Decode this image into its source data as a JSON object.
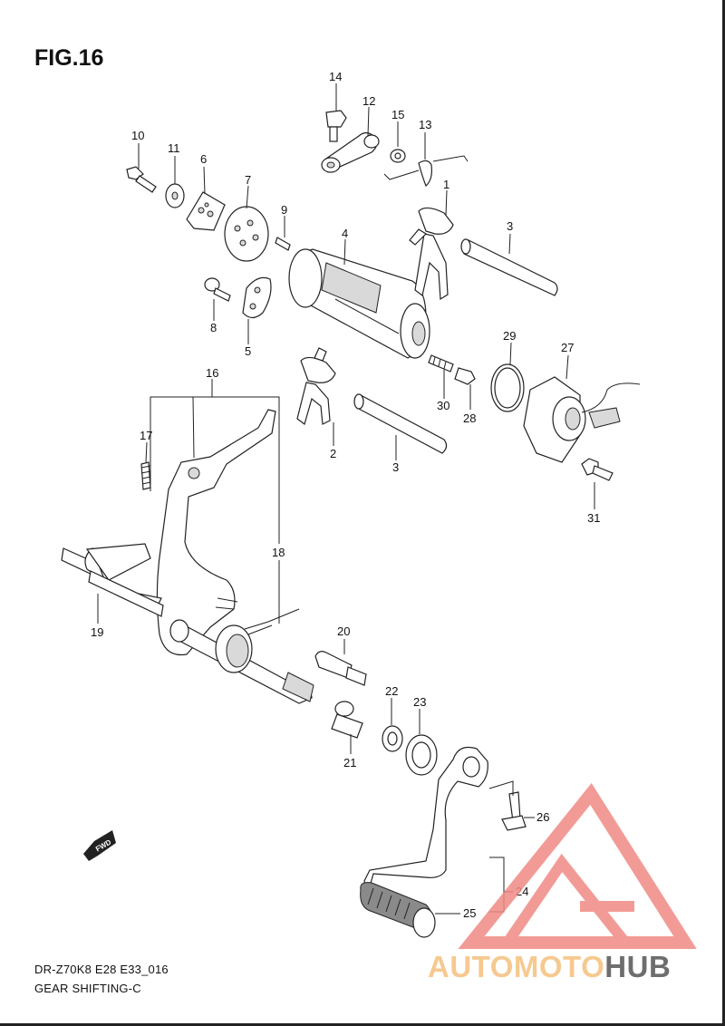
{
  "figure": {
    "title": "FIG.16",
    "model_code": "DR-Z70K8 E28 E33_016",
    "model_name": "GEAR SHIFTING-C",
    "fwd_label": "FWD"
  },
  "callouts": [
    {
      "id": "c1",
      "label": "1"
    },
    {
      "id": "c2",
      "label": "2"
    },
    {
      "id": "c3a",
      "label": "3"
    },
    {
      "id": "c3b",
      "label": "3"
    },
    {
      "id": "c4",
      "label": "4"
    },
    {
      "id": "c5",
      "label": "5"
    },
    {
      "id": "c6",
      "label": "6"
    },
    {
      "id": "c7",
      "label": "7"
    },
    {
      "id": "c8",
      "label": "8"
    },
    {
      "id": "c9",
      "label": "9"
    },
    {
      "id": "c10",
      "label": "10"
    },
    {
      "id": "c11",
      "label": "11"
    },
    {
      "id": "c12",
      "label": "12"
    },
    {
      "id": "c13",
      "label": "13"
    },
    {
      "id": "c14",
      "label": "14"
    },
    {
      "id": "c15",
      "label": "15"
    },
    {
      "id": "c16",
      "label": "16"
    },
    {
      "id": "c17",
      "label": "17"
    },
    {
      "id": "c18",
      "label": "18"
    },
    {
      "id": "c19",
      "label": "19"
    },
    {
      "id": "c20",
      "label": "20"
    },
    {
      "id": "c21",
      "label": "21"
    },
    {
      "id": "c22",
      "label": "22"
    },
    {
      "id": "c23",
      "label": "23"
    },
    {
      "id": "c24",
      "label": "24"
    },
    {
      "id": "c25",
      "label": "25"
    },
    {
      "id": "c26",
      "label": "26"
    },
    {
      "id": "c27",
      "label": "27"
    },
    {
      "id": "c28",
      "label": "28"
    },
    {
      "id": "c29",
      "label": "29"
    },
    {
      "id": "c30",
      "label": "30"
    },
    {
      "id": "c31",
      "label": "31"
    }
  ],
  "watermark": {
    "part1": "AUTOMOTO",
    "part2": "HUB",
    "logo_color": "#f08a84",
    "text_color_1": "#f6c990",
    "text_color_2": "#6e6e6e"
  }
}
